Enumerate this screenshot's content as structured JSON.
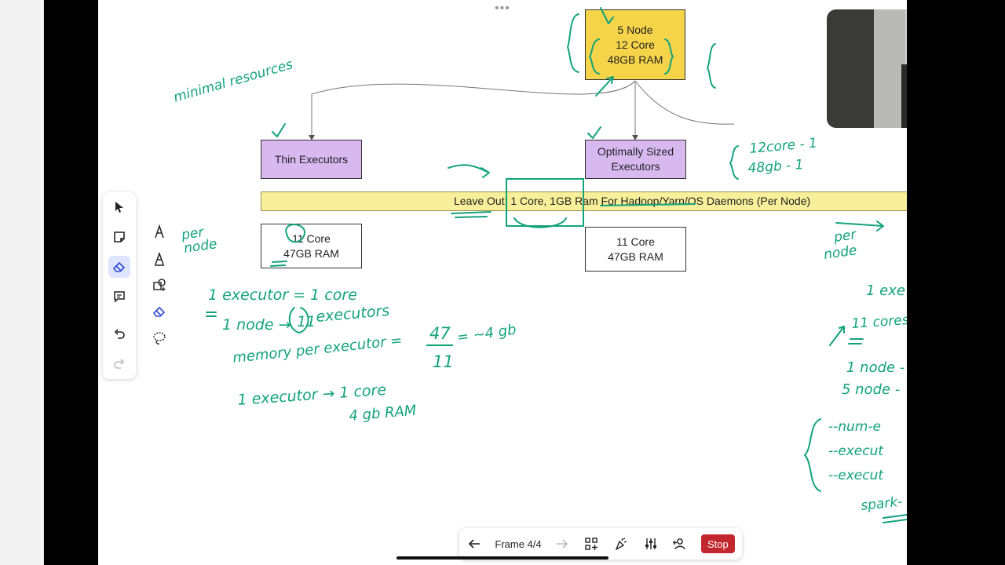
{
  "diagram": {
    "cluster_box": {
      "line1": "5 Node",
      "line2": "12 Core",
      "line3": "48GB RAM"
    },
    "thin_executors": "Thin Executors",
    "optimal_executors": {
      "line1": "Optimally Sized",
      "line2": "Executors"
    },
    "banner": "Leave Out: 1 Core, 1GB Ram For Hadoop/Yarn/OS Daemons (Per Node)",
    "left_node": {
      "line1": "11 Core",
      "line2": "47GB RAM"
    },
    "right_node": {
      "line1": "11 Core",
      "line2": "47GB RAM"
    }
  },
  "handwriting": {
    "minimal": "minimal resources",
    "per_node_left": {
      "a": "per",
      "b": "node"
    },
    "eq1": "1 executor = 1 core",
    "eq2a": "1 node →",
    "eq2b": "11",
    "eq2c": "executors",
    "eq3": "memory per executor =",
    "frac_num": "47",
    "frac_den": "11",
    "approx": "= ~4 gb",
    "result1": "1 executor → 1 core",
    "result2": "4 gb RAM",
    "right_core": "12core - 1",
    "right_mem": "48gb - 1",
    "per_node_right": {
      "a": "per",
      "b": "node"
    },
    "r1": "1 exe",
    "r2": "11 cores",
    "r3": "1 node -",
    "r4": "5 node -",
    "r5": "--num-e",
    "r6": "--execut",
    "r7": "--execut",
    "r8": "spark-"
  },
  "bottombar": {
    "frame_label": "Frame 4/4",
    "stop_label": "Stop"
  },
  "colors": {
    "ink": "#12a37a",
    "stop": "#c2272d",
    "accent": "#2f48d8"
  }
}
